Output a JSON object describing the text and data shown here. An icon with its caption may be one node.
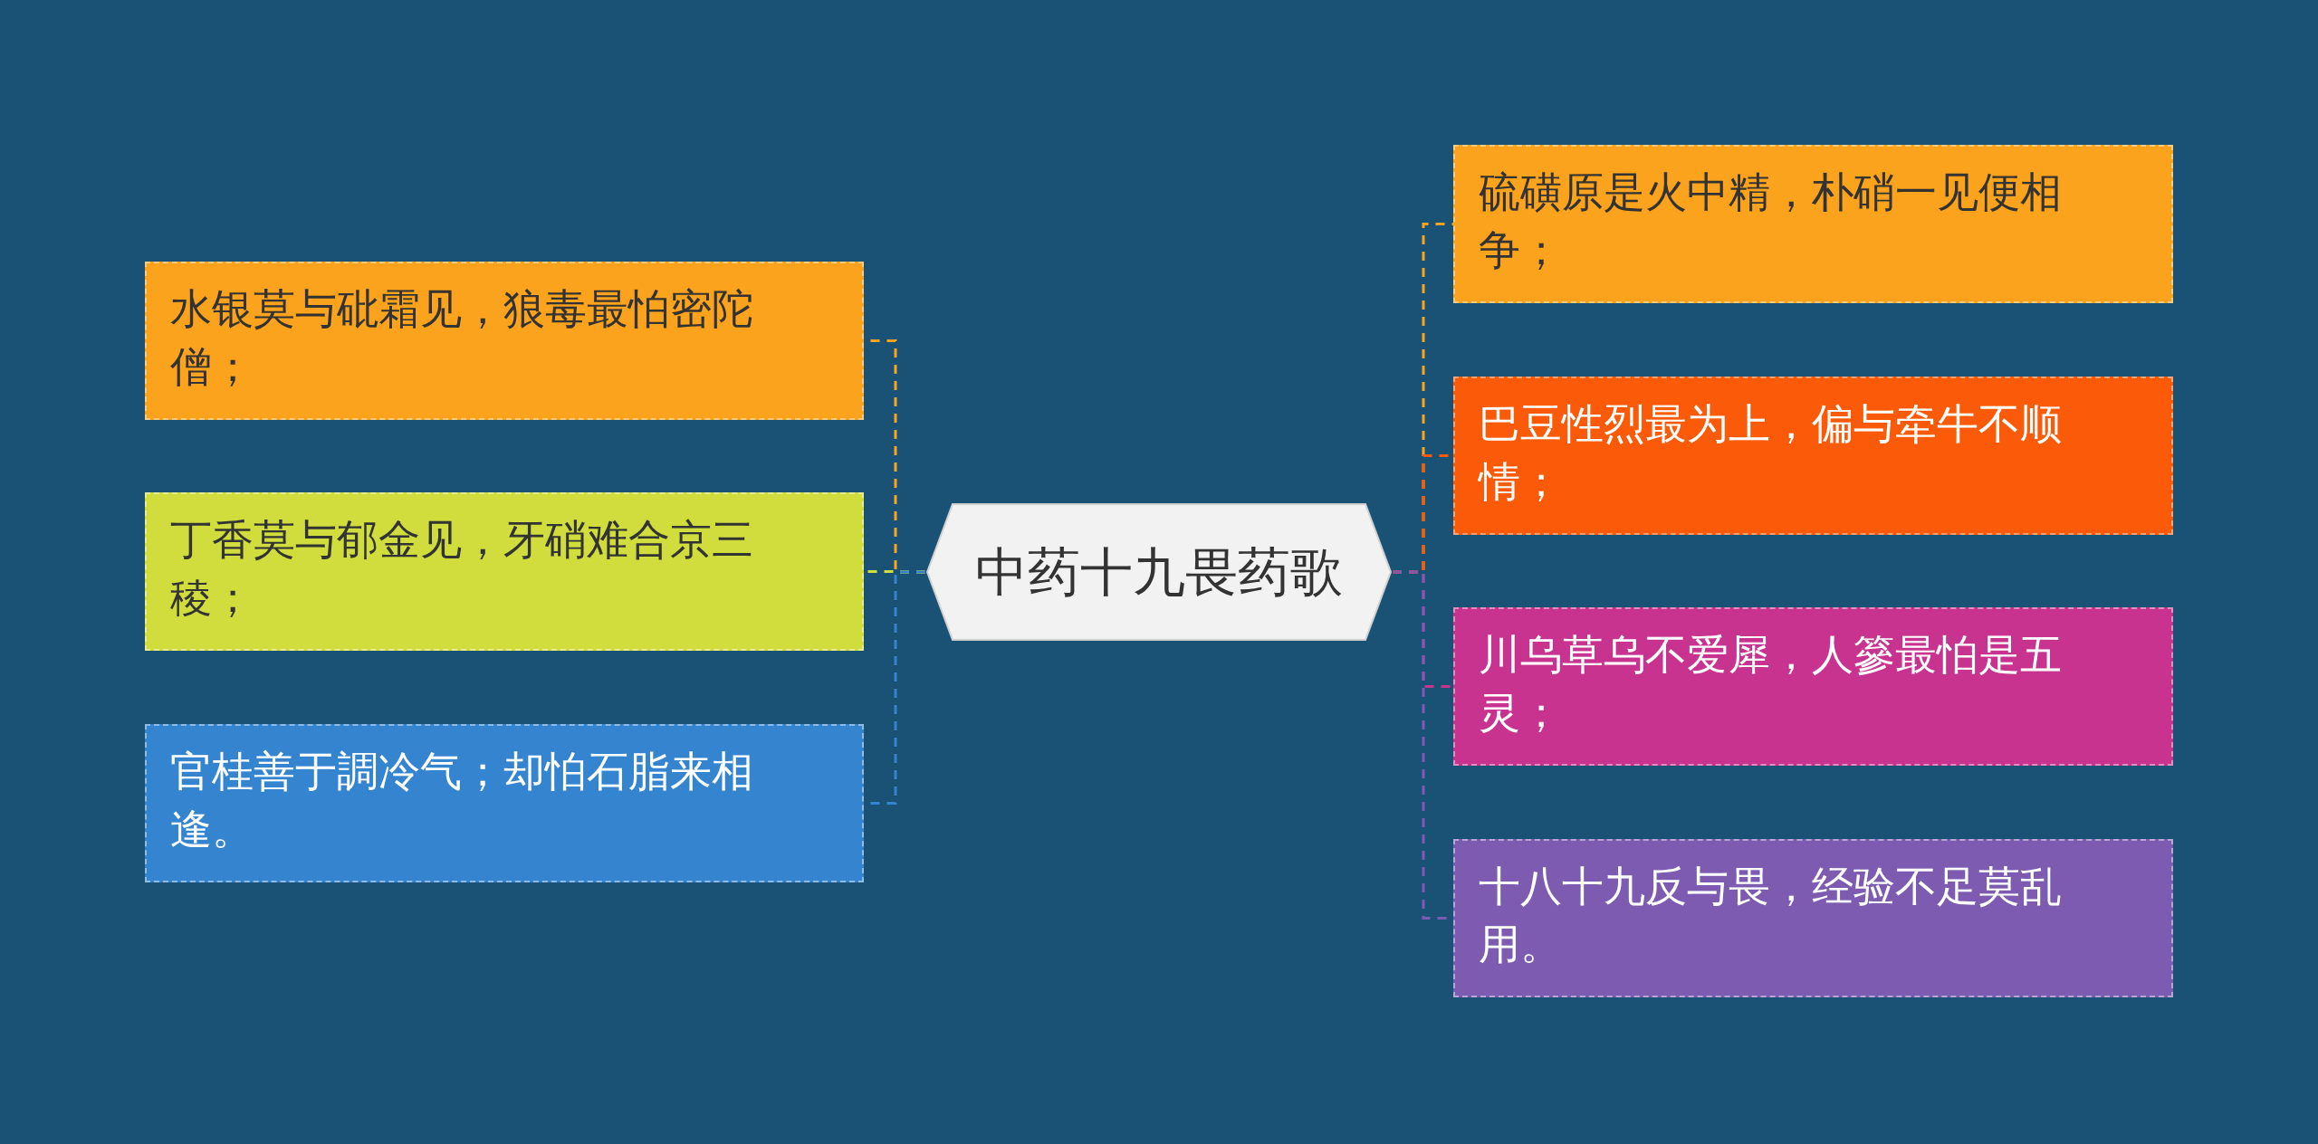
{
  "diagram": {
    "nodes": [
      {
        "text": [
          "中药十九畏药歌"
        ]
      },
      {
        "text": [
          "水银莫与砒霜见，狼毒最怕密陀僧；"
        ]
      },
      {
        "text": [
          "丁香莫与郁金见，牙硝难合京三稜；"
        ]
      },
      {
        "text": [
          "官桂善于調冷气；却怕石脂来相逢。"
        ]
      },
      {
        "text": [
          "硫磺原是火中精，朴硝一见便相争；"
        ]
      },
      {
        "text": [
          "巴豆性烈最为上，偏与牵牛不顺情；"
        ]
      },
      {
        "text": [
          "川乌草乌不爱犀，人篸最怕是五灵；"
        ]
      },
      {
        "text": [
          "十八十九反与畏，经验不足莫乱用。"
        ]
      }
    ],
    "edges": [
      {
        "from": 0,
        "to": 1,
        "arrow": "none",
        "style": "dashed",
        "color": "#fba31c"
      },
      {
        "from": 0,
        "to": 2,
        "arrow": "none",
        "style": "dashed",
        "color": "#d1dd3d"
      },
      {
        "from": 0,
        "to": 3,
        "arrow": "none",
        "style": "dashed",
        "color": "#3584d0"
      },
      {
        "from": 0,
        "to": 4,
        "arrow": "none",
        "style": "dashed",
        "color": "#fba31c"
      },
      {
        "from": 0,
        "to": 5,
        "arrow": "none",
        "style": "dashed",
        "color": "#fb5a08"
      },
      {
        "from": 0,
        "to": 6,
        "arrow": "none",
        "style": "dashed",
        "color": "#c8338f"
      },
      {
        "from": 0,
        "to": 7,
        "arrow": "none",
        "style": "dashed",
        "color": "#7d5bb0"
      }
    ]
  }
}
